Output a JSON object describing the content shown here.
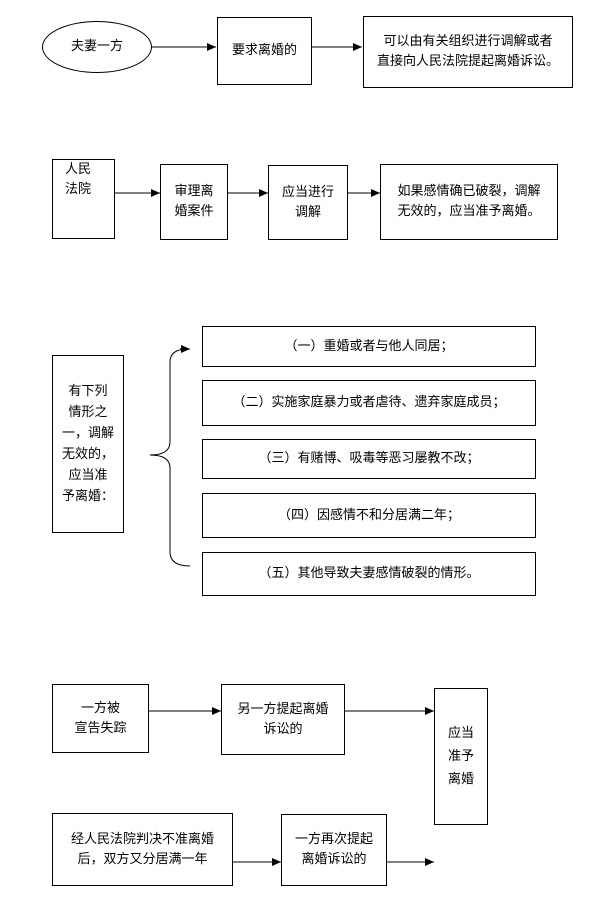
{
  "row1": {
    "party": "夫妻一方",
    "demand": "要求离婚的",
    "option_line1": "可以由有关组织进行调解或者",
    "option_line2": "直接向人民法院提起离婚诉讼。"
  },
  "row2": {
    "court_line1": "人民",
    "court_line2": "法院",
    "trial_line1": "审理离",
    "trial_line2": "婚案件",
    "mediate_line1": "应当进行",
    "mediate_line2": "调解",
    "result_line1": "如果感情确已破裂，调解",
    "result_line2": "无效的，应当准予离婚。"
  },
  "row3": {
    "cond_lines": [
      "有下列",
      "情形之",
      "一，调解",
      "无效的，",
      "应当准",
      "予离婚："
    ],
    "items": [
      "（一）重婚或者与他人同居；",
      "（二）实施家庭暴力或者虐待、遗弃家庭成员；",
      "（三）有赌博、吸毒等恶习屡教不改；",
      "（四）因感情不和分居满二年；",
      "（五）其他导致夫妻感情破裂的情形。"
    ]
  },
  "row4": {
    "missing_line1": "一方被",
    "missing_line2": "宣告失踪",
    "other_line1": "另一方提起离婚",
    "other_line2": "诉讼的",
    "rejected_line1": "经人民法院判决不准离婚",
    "rejected_line2": "后，双方又分居满一年",
    "again_line1": "一方再次提起",
    "again_line2": "离婚诉讼的",
    "grant_lines": [
      "应当",
      "准予",
      "离婚"
    ]
  }
}
